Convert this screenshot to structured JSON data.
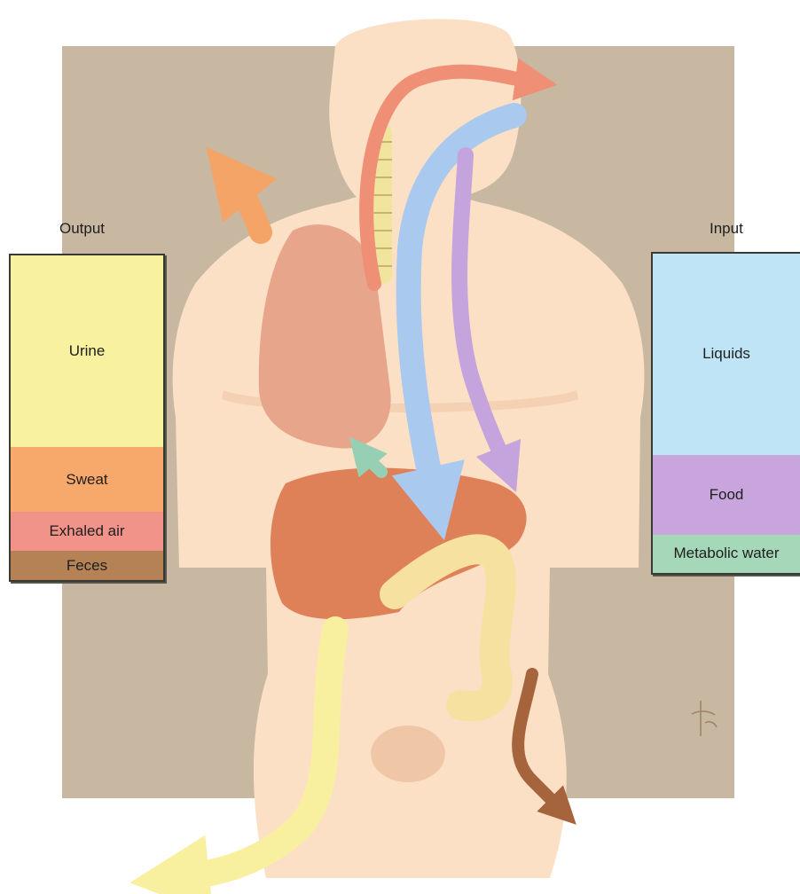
{
  "figure": {
    "colors": {
      "backdrop": "#c8b8a2",
      "skin": "#fbe0c6",
      "skin_shade": "#f0c7a6",
      "lung": "#e7a58c",
      "liver": "#df8158",
      "trachea": "#f1e59e",
      "colon": "#f7e1a0",
      "artist_mark": "#9a8266"
    },
    "flow_arrows": [
      {
        "name": "inhaled-air-arrow",
        "color": "#ef8f75"
      },
      {
        "name": "liquids-intake-arrow",
        "color": "#a9c9ef"
      },
      {
        "name": "food-intake-arrow",
        "color": "#c5a3dc"
      },
      {
        "name": "sweat-loss-arrow",
        "color": "#f3a466"
      },
      {
        "name": "metabolic-water-arrow",
        "color": "#96cfb4"
      },
      {
        "name": "urine-output-arrow",
        "color": "#f9f09f"
      },
      {
        "name": "feces-output-arrow",
        "color": "#a5643c"
      }
    ]
  },
  "output": {
    "heading": "Output",
    "segments": [
      {
        "label": "Urine",
        "share": 0.59,
        "color": "#f8f19f"
      },
      {
        "label": "Sweat",
        "share": 0.2,
        "color": "#f7a86b"
      },
      {
        "label": "Exhaled air",
        "share": 0.12,
        "color": "#f2938a"
      },
      {
        "label": "Feces",
        "share": 0.09,
        "color": "#b58256"
      }
    ]
  },
  "input": {
    "heading": "Input",
    "segments": [
      {
        "label": "Liquids",
        "share": 0.63,
        "color": "#bfe4f6"
      },
      {
        "label": "Food",
        "share": 0.25,
        "color": "#c8a5dc"
      },
      {
        "label": "Metabolic water",
        "share": 0.12,
        "color": "#a4d8b8"
      }
    ]
  }
}
